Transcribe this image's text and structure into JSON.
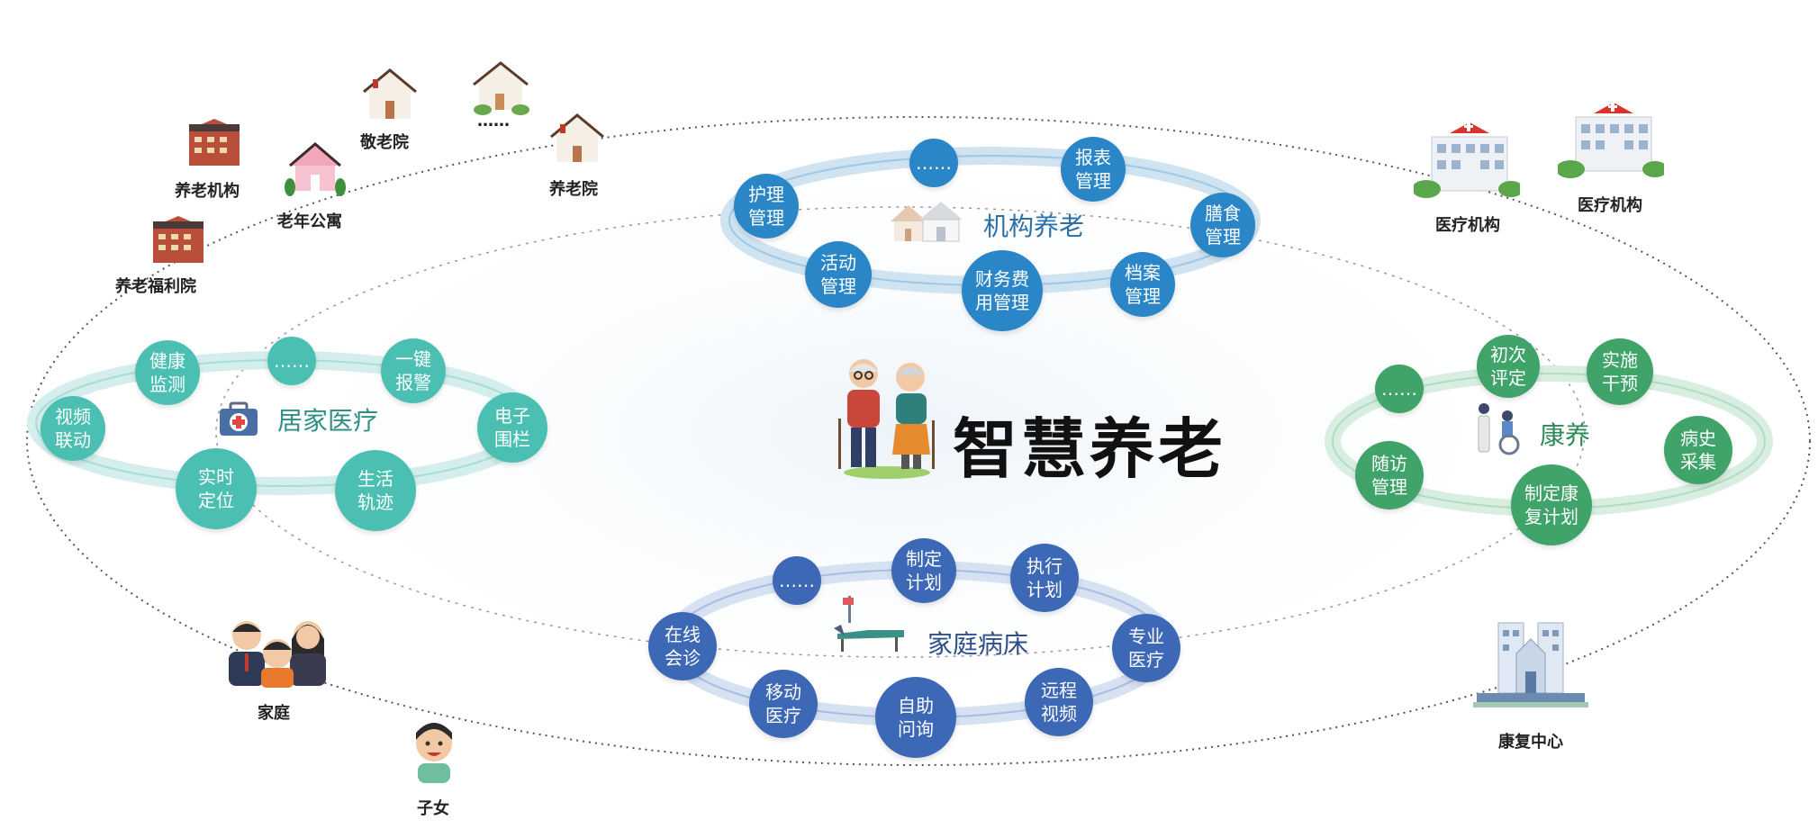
{
  "center": {
    "title": "智慧养老"
  },
  "modules": {
    "institution": {
      "title": "机构养老",
      "color": "#2a86c6",
      "text_color": "#2a6fa8",
      "bubbles": [
        "护理\n管理",
        "……",
        "报表\n管理",
        "膳食\n管理",
        "档案\n管理",
        "财务费\n用管理",
        "活动\n管理"
      ]
    },
    "home_medical": {
      "title": "居家医疗",
      "color": "#4cbfb3",
      "text_color": "#2f8f87",
      "bubbles": [
        "健康\n监测",
        "……",
        "一键\n报警",
        "电子\n围栏",
        "生活\n轨迹",
        "实时\n定位",
        "视频\n联动"
      ]
    },
    "rehab": {
      "title": "康养",
      "color": "#3fa36a",
      "text_color": "#2e8a57",
      "bubbles": [
        "……",
        "初次\n评定",
        "实施\n干预",
        "病史\n采集",
        "制定康\n复计划",
        "随访\n管理"
      ]
    },
    "family_bed": {
      "title": "家庭病床",
      "color": "#3d68b5",
      "text_color": "#2f4f8a",
      "bubbles": [
        "……",
        "制定\n计划",
        "执行\n计划",
        "专业\n医疗",
        "远程\n视频",
        "自助\n问询",
        "移动\n医疗",
        "在线\n会诊"
      ]
    }
  },
  "outer_labels": {
    "jinglaoyuan": "敬老院",
    "dots": "……",
    "yanglaojigou": "养老机构",
    "laonian_gongyu": "老年公寓",
    "yanglaoyuan": "养老院",
    "fuliyuan": "养老福利院",
    "yiliao1": "医疗机构",
    "yiliao2": "医疗机构",
    "kangfu": "康复中心",
    "jiating": "家庭",
    "zinv": "子女"
  },
  "icons": {
    "house": "house-icon",
    "building": "building-icon",
    "hospital": "hospital-icon",
    "family": "family-icon",
    "child": "child-icon",
    "elderly": "elderly-couple-icon",
    "medkit": "medical-kit-icon",
    "wheelchair": "wheelchair-icon",
    "bed": "hospital-bed-icon"
  }
}
